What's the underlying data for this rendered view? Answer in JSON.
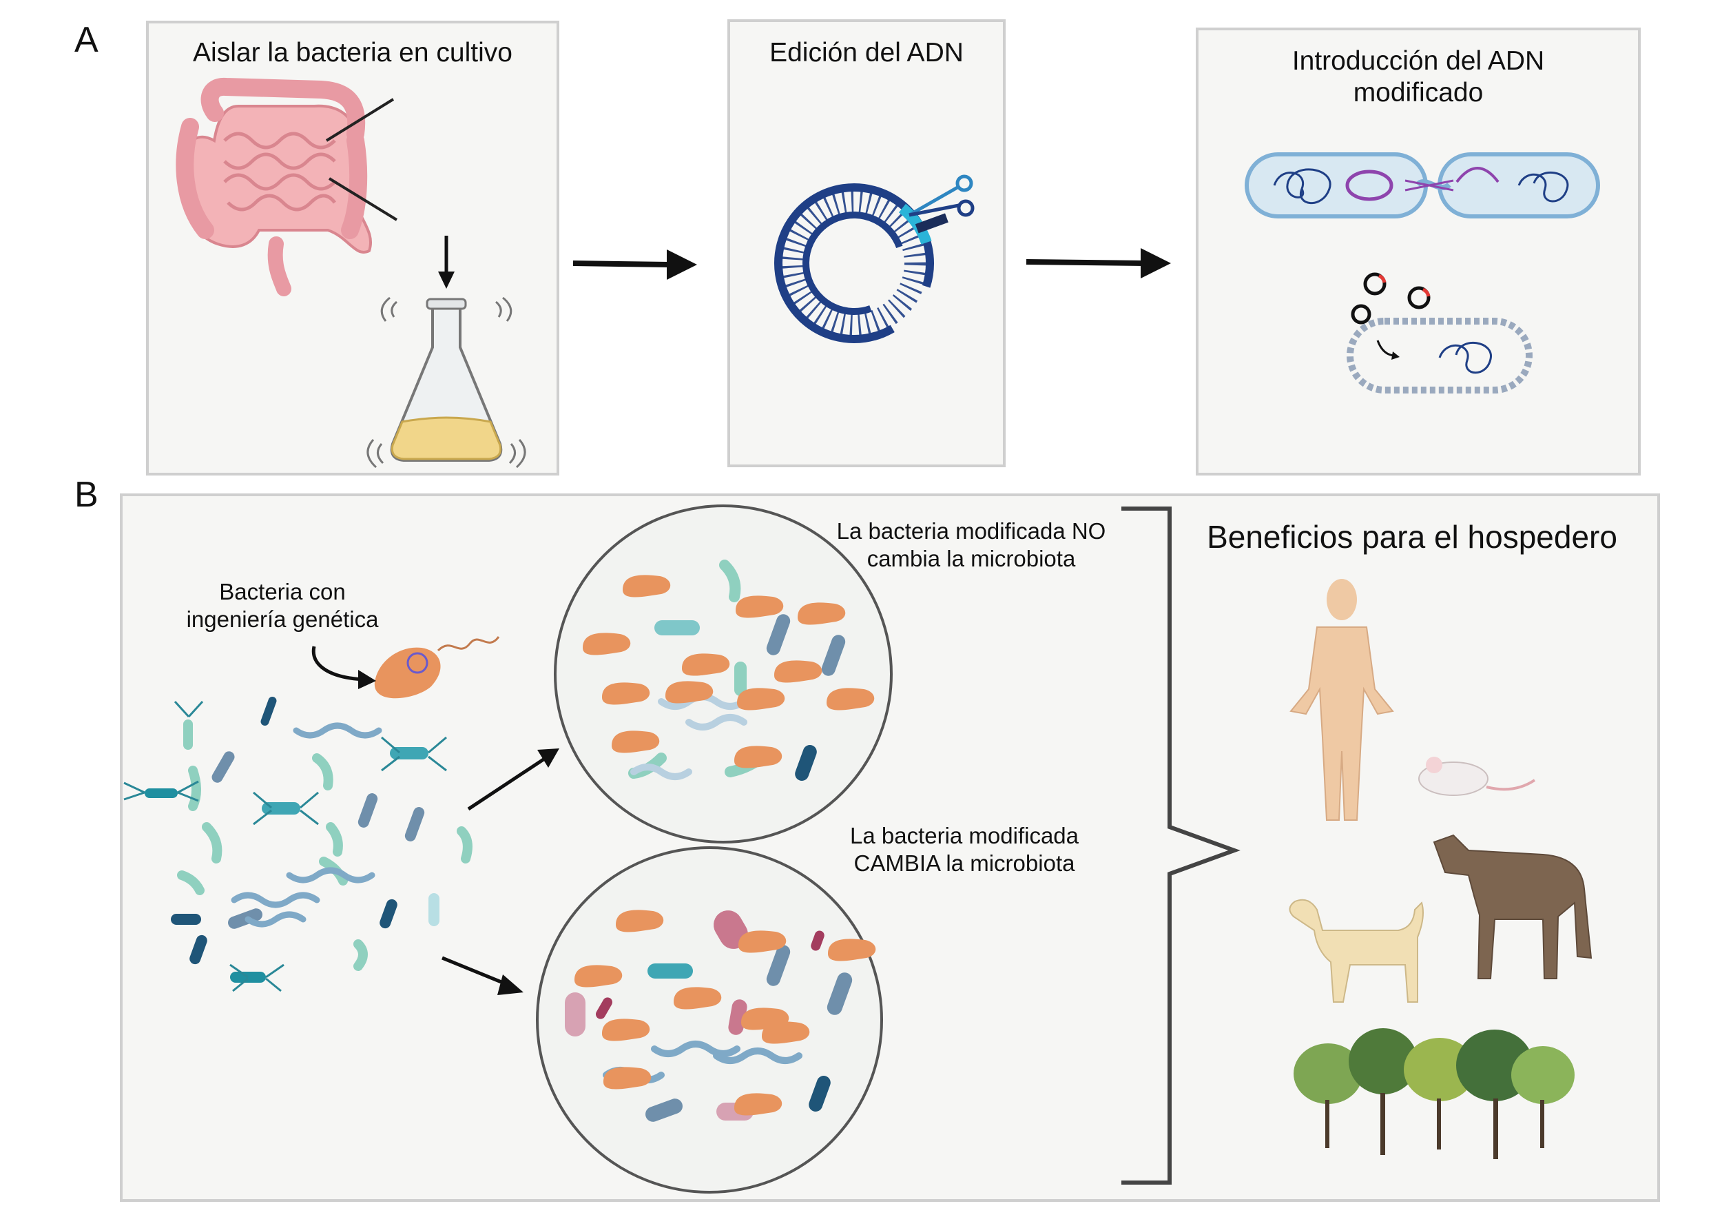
{
  "panel_a": {
    "letter": "A",
    "step1_title": "Aislar la bacteria en cultivo",
    "step2_title": "Edición del ADN",
    "step3_title_line1": "Introducción del ADN",
    "step3_title_line2": "modificado"
  },
  "panel_b": {
    "letter": "B",
    "engineered_label_line1": "Bacteria con",
    "engineered_label_line2": "ingeniería genética",
    "no_change_line1": "La bacteria modificada NO",
    "no_change_line2": "cambia la microbiota",
    "change_line1": "La bacteria modificada",
    "change_line2": "CAMBIA la microbiota",
    "benefits_title": "Beneficios para el hospedero"
  },
  "colors": {
    "panel_bg": "#f6f6f4",
    "panel_border": "#cfcfcf",
    "dna_dark": "#1f3f86",
    "dna_light": "#2bb4d8",
    "bacteria_orange": "#e8945e",
    "bacteria_teal": "#3fa6b4",
    "bacteria_mint": "#8fd0bf",
    "bacteria_slate": "#6f8fab",
    "bacteria_pink": "#c9788e",
    "human": "#efc9a4",
    "horse": "#7d6550",
    "dog": "#f1dfb4",
    "tree": "#6c9b48"
  }
}
